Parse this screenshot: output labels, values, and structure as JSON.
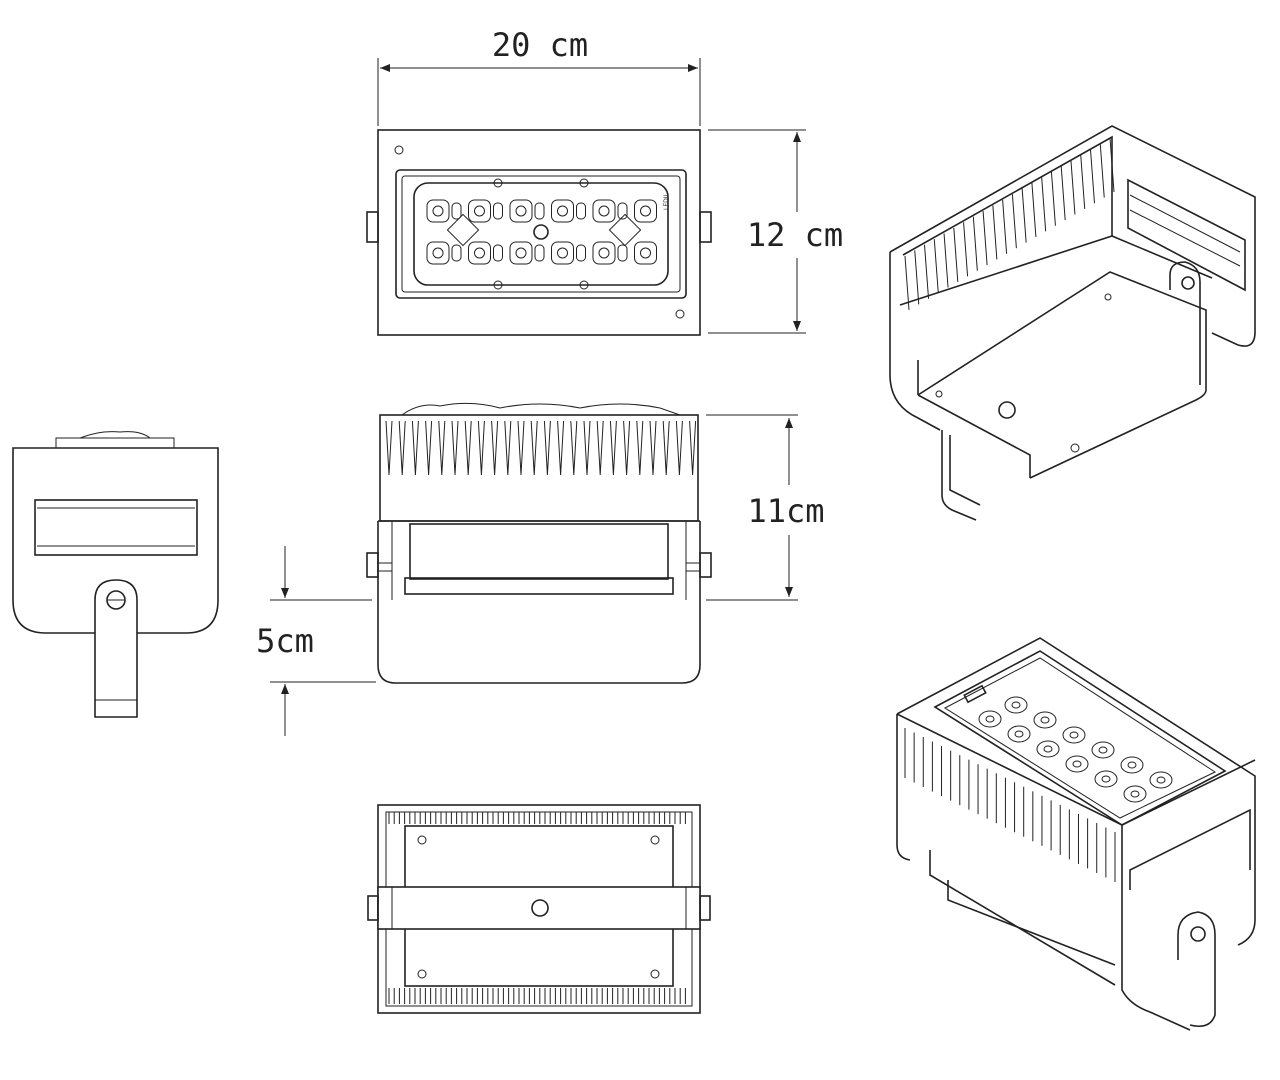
{
  "dimensions": {
    "width": "20 cm",
    "height": "12 cm",
    "depth": "11cm",
    "bracket_offset": "5cm"
  },
  "views": [
    {
      "id": "front-view",
      "label": ""
    },
    {
      "id": "side-elevation",
      "label": ""
    },
    {
      "id": "end-view",
      "label": ""
    },
    {
      "id": "bottom-view",
      "label": ""
    },
    {
      "id": "iso-rear",
      "label": ""
    },
    {
      "id": "iso-front",
      "label": ""
    }
  ],
  "colors": {
    "line": "#222222",
    "background": "#ffffff"
  },
  "led_module": {
    "rows": 2,
    "lenses_per_row": 6,
    "brand_mark": "LEDIL"
  }
}
